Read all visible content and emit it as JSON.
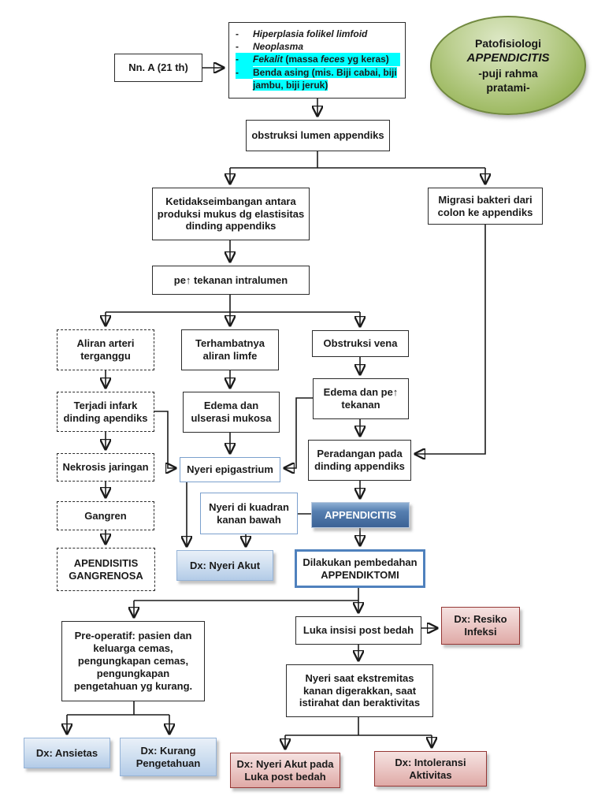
{
  "header": {
    "patient_label": "Nn. A (21 th)",
    "causes": {
      "bullet": "-",
      "item1": "Hiperplasia folikel limfoid",
      "item2": "Neoplasma",
      "item3": {
        "p1": "Fekalit",
        "p2": " (massa ",
        "p3": "feces",
        "p4": " yg keras)"
      },
      "item4": "Benda asing (mis. Biji cabai, biji jambu, biji jeruk)"
    },
    "title_ellipse": {
      "line1": "Patofisiologi",
      "line2": "APPENDICITIS",
      "line3": "-puji rahma pratami-"
    }
  },
  "flow": {
    "obstruksi_lumen": "obstruksi lumen appendiks",
    "ketidakseimbangan": "Ketidakseimbangan antara produksi mukus dg elastisitas dinding appendiks",
    "migrasi_bakteri": "Migrasi bakteri dari colon ke appendiks",
    "pe_tekanan_intralumen": "pe↑ tekanan intralumen",
    "aliran_arteri": "Aliran arteri terganggu",
    "terhambatnya_limfe": "Terhambatnya aliran limfe",
    "obstruksi_vena": "Obstruksi vena",
    "terjadi_infark": "Terjadi infark dinding apendiks",
    "edema_ulserasi": "Edema dan ulserasi mukosa",
    "edema_pe_tekanan": "Edema dan pe↑ tekanan",
    "nekrosis": "Nekrosis jaringan",
    "nyeri_epigastrium": "Nyeri epigastrium",
    "peradangan": "Peradangan pada dinding appendiks",
    "gangren": "Gangren",
    "nyeri_kuadran": "Nyeri di kuadran kanan bawah",
    "appendicitis": "APPENDICITIS",
    "apendisitis_gangrenosa": "APENDISITIS GANGRENOSA",
    "pembedahan": "Dilakukan pembedahan APPENDIKTOMI",
    "pre_operatif": "Pre-operatif: pasien dan keluarga cemas, pengungkapan cemas, pengungkapan pengetahuan yg kurang.",
    "luka_insisi": "Luka insisi post bedah",
    "nyeri_ekstremitas": "Nyeri saat ekstremitas kanan digerakkan, saat istirahat dan beraktivitas"
  },
  "diagnoses": {
    "nyeri_akut": "Dx: Nyeri Akut",
    "resiko_infeksi": "Dx: Resiko Infeksi",
    "ansietas": "Dx: Ansietas",
    "kurang_pengetahuan": "Dx: Kurang Pengetahuan",
    "nyeri_akut_luka": "Dx: Nyeri Akut pada Luka post bedah",
    "intoleransi_aktivitas": "Dx: Intoleransi Aktivitas"
  },
  "colors": {
    "highlight_cyan": "#00ffff",
    "ellipse_green": "#9bbb59",
    "accent_blue": "#4f81bd",
    "dx_blue_border": "#95b3d7",
    "dx_pink_border": "#953735"
  }
}
